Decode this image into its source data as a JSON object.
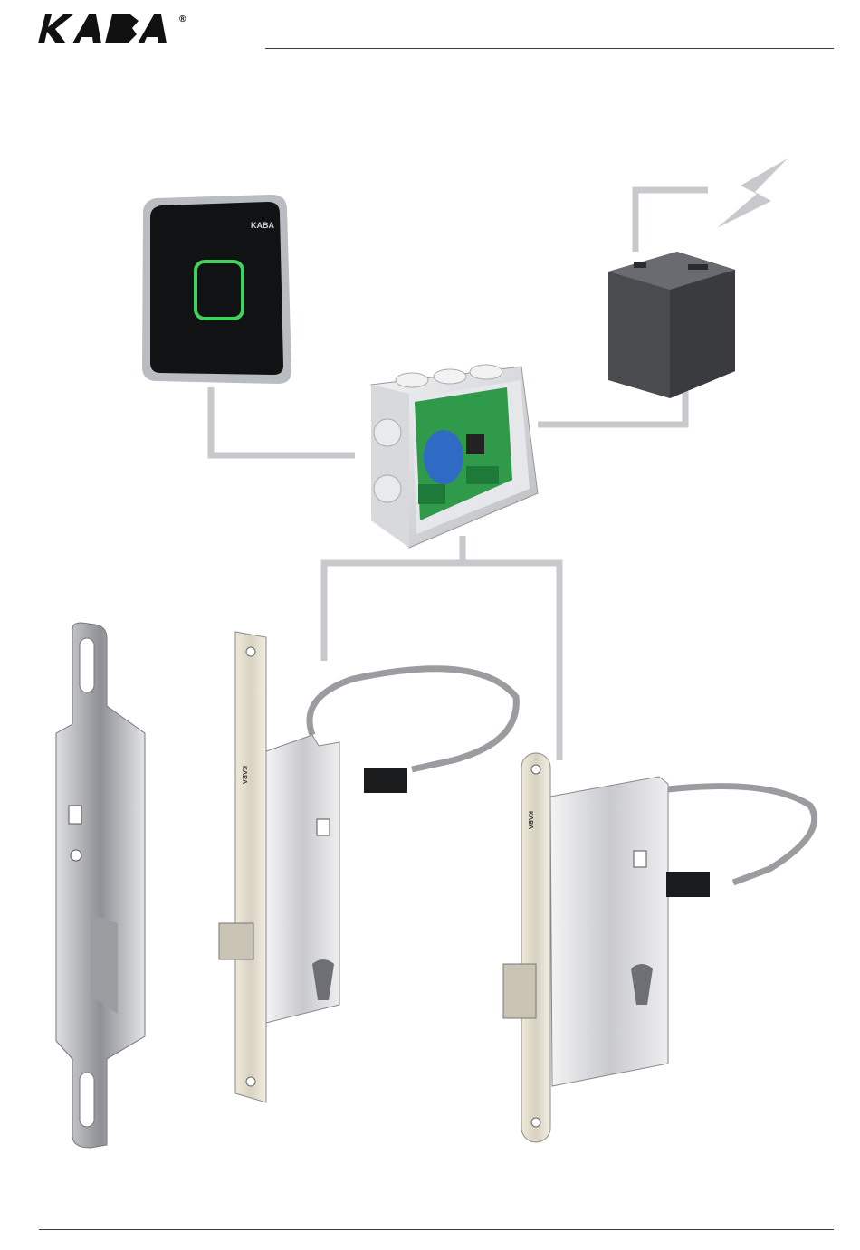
{
  "header": {
    "brand": "KABA",
    "registered_mark": "®"
  },
  "devices": {
    "reader_brand": "KABA",
    "lock_brand": "KABA"
  },
  "colors": {
    "wire": "#c8c9cd",
    "reader_body": "#111214",
    "reader_frame": "#b9bcc1",
    "reader_led": "#3fd35c",
    "pcb_green": "#2f9a4a",
    "capacitor_blue": "#2f6bc4",
    "psu_body": "#4a4b4f",
    "lock_steel": "#d9dade",
    "rule": "#3a3a3a"
  }
}
